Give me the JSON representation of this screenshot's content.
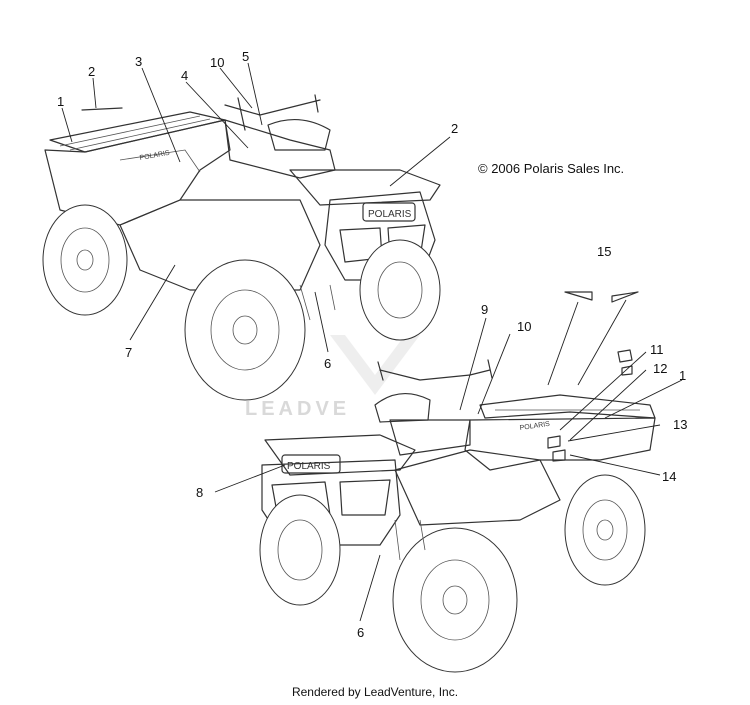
{
  "copyright": "© 2006 Polaris Sales Inc.",
  "footer": "Rendered by LeadVenture, Inc.",
  "watermark": "LEADVE",
  "brand_decal": "POLARIS",
  "callouts": {
    "top_1": "1",
    "top_2a": "2",
    "top_3": "3",
    "top_4": "4",
    "top_10": "10",
    "top_5": "5",
    "top_2b": "2",
    "top_7": "7",
    "top_6": "6",
    "bot_15": "15",
    "bot_9": "9",
    "bot_10": "10",
    "bot_11": "11",
    "bot_12": "12",
    "bot_1": "1",
    "bot_13": "13",
    "bot_14": "14",
    "bot_8": "8",
    "bot_6": "6"
  },
  "colors": {
    "ink": "#333333",
    "watermark": "#d9d9d9",
    "background": "#ffffff"
  }
}
